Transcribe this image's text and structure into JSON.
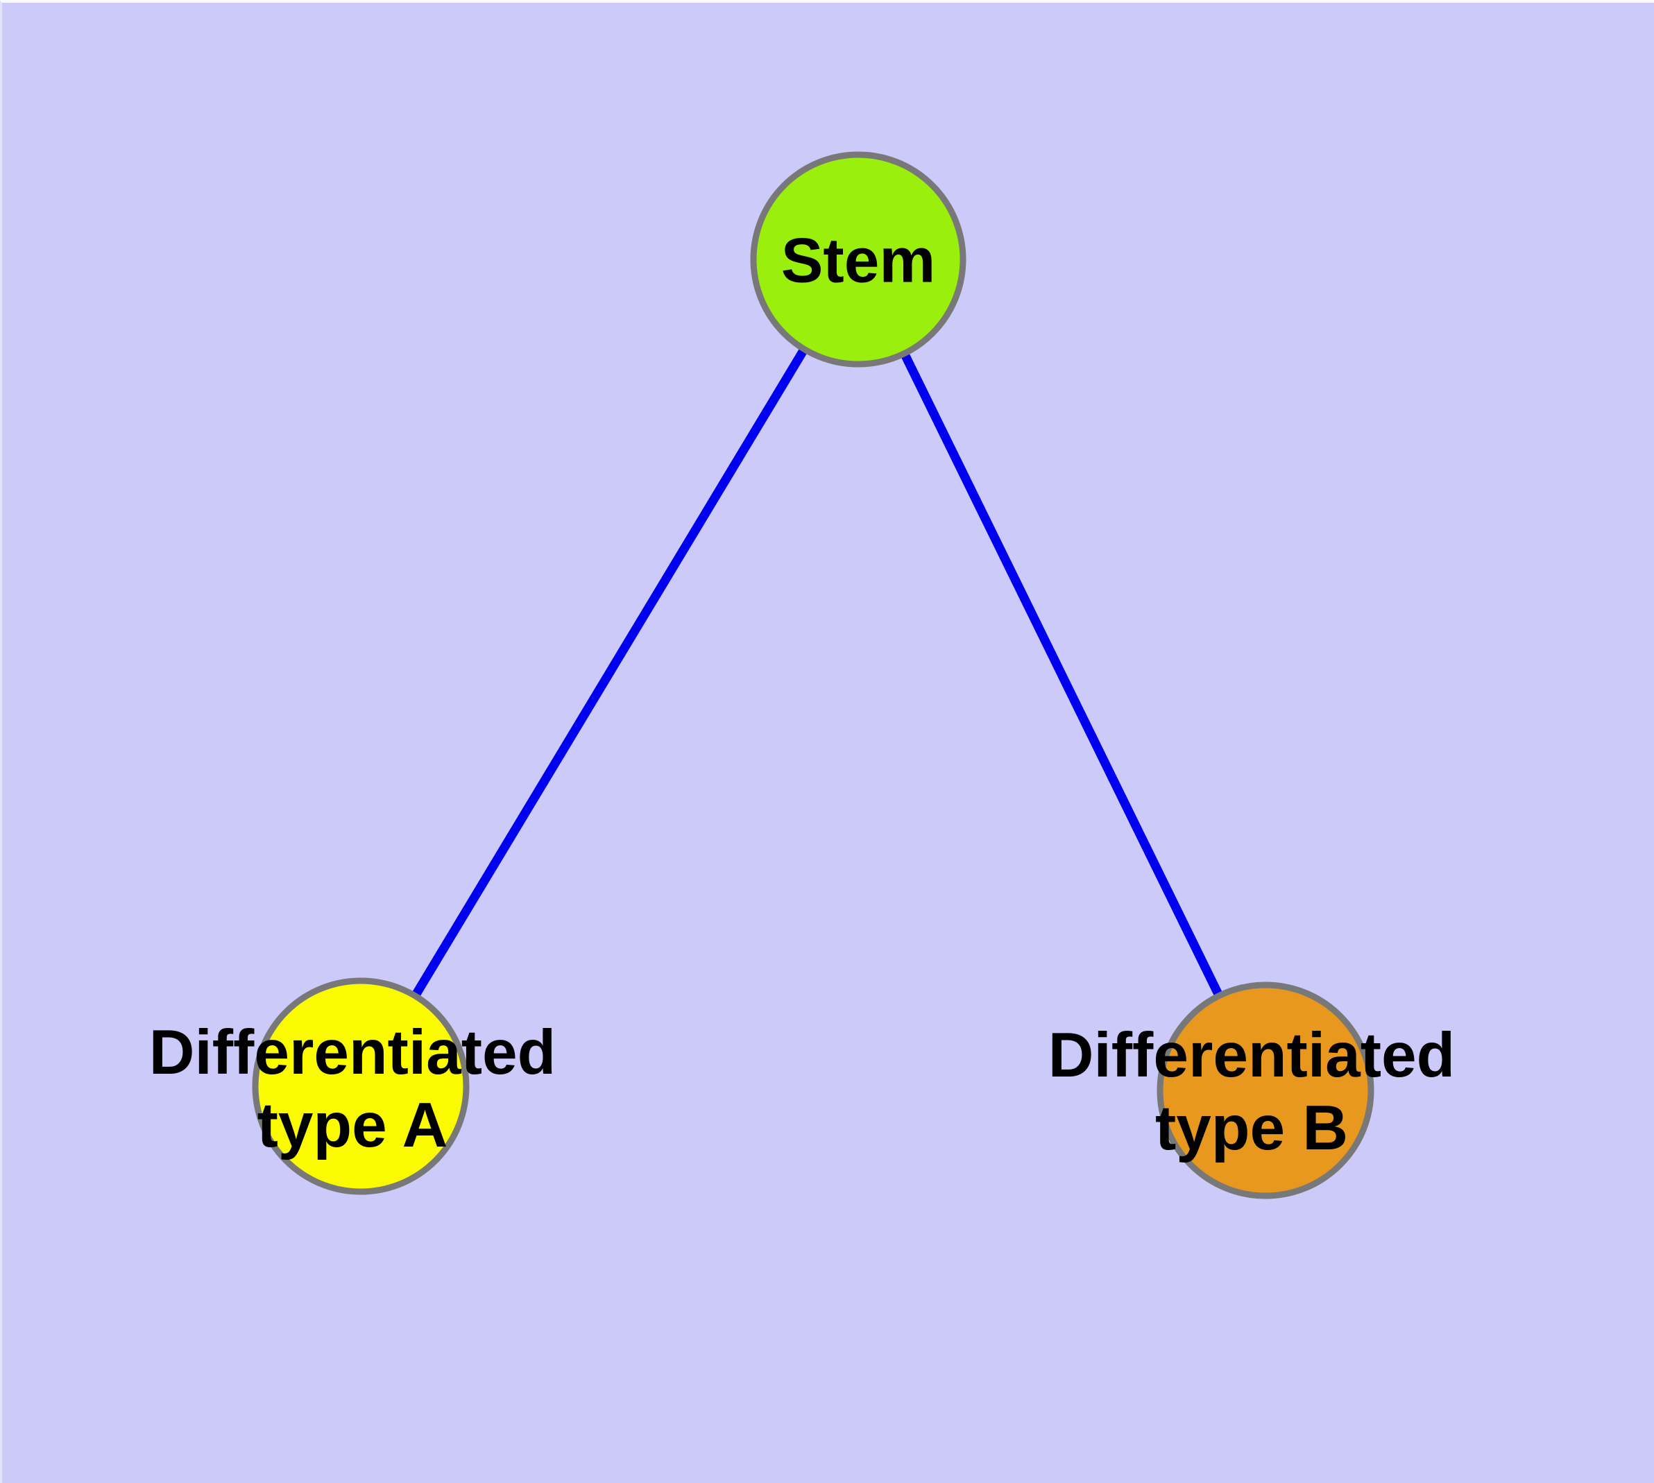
{
  "page": {
    "background_color": "#CBCAF9",
    "margin_color": "#FAFAFE"
  },
  "diagram": {
    "type": "node-edge-graph",
    "text_color": "#000000",
    "node_border_color": "#787878",
    "edge_style": {
      "color": "#0000F0",
      "arrowheads": "none"
    },
    "nodes": {
      "stem": {
        "label": "Stem",
        "label_lines": [
          "Stem"
        ],
        "fill_color": "#9AF00C"
      },
      "type_a": {
        "label": "Differentiated type A",
        "label_lines": [
          "Differentiated",
          "type A"
        ],
        "fill_color": "#FAFA00"
      },
      "type_b": {
        "label": "Differentiated type B",
        "label_lines": [
          "Differentiated",
          "type B"
        ],
        "fill_color": "#E8981E"
      }
    },
    "edges": [
      {
        "from": "Stem",
        "to": "Differentiated type A"
      },
      {
        "from": "Stem",
        "to": "Differentiated type B"
      }
    ]
  }
}
